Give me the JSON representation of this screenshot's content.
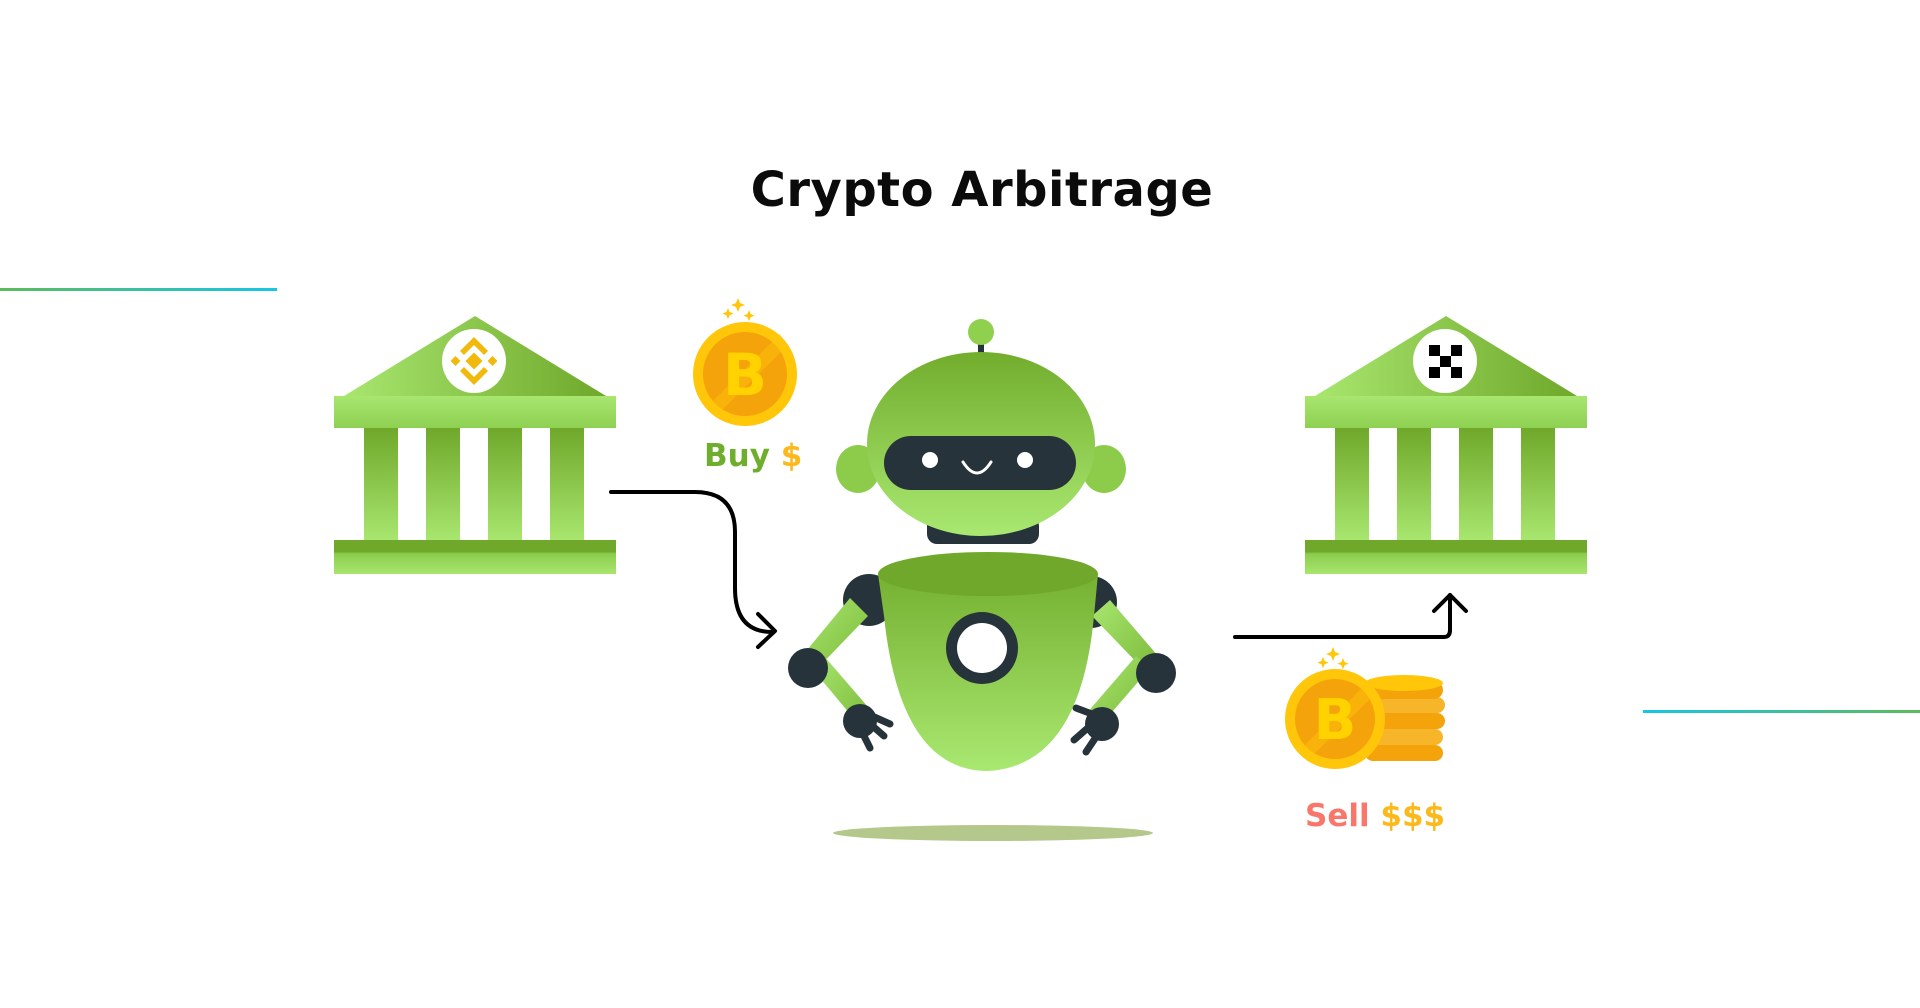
{
  "title": "Crypto Arbitrage",
  "colors": {
    "green_light": "#a8e66f",
    "green_dark": "#6fa82a",
    "robot_dark": "#27333a",
    "coin_yellow": "#ffc60a",
    "coin_orange": "#f5a30a",
    "buy_green": "#6fae2c",
    "sell_coral": "#f8776a",
    "dollar_yellow": "#fbb91b",
    "line_green": "#5cbb5a",
    "line_cyan": "#15c6e6",
    "shadow": "#b3c88a"
  },
  "left_exchange": {
    "logo": "binance-logo"
  },
  "right_exchange": {
    "logo": "okx-logo"
  },
  "buy": {
    "word": "Buy",
    "symbol": "$",
    "coin_letter": "B"
  },
  "sell": {
    "word": "Sell",
    "symbol": "$$$",
    "coin_letter": "B"
  }
}
